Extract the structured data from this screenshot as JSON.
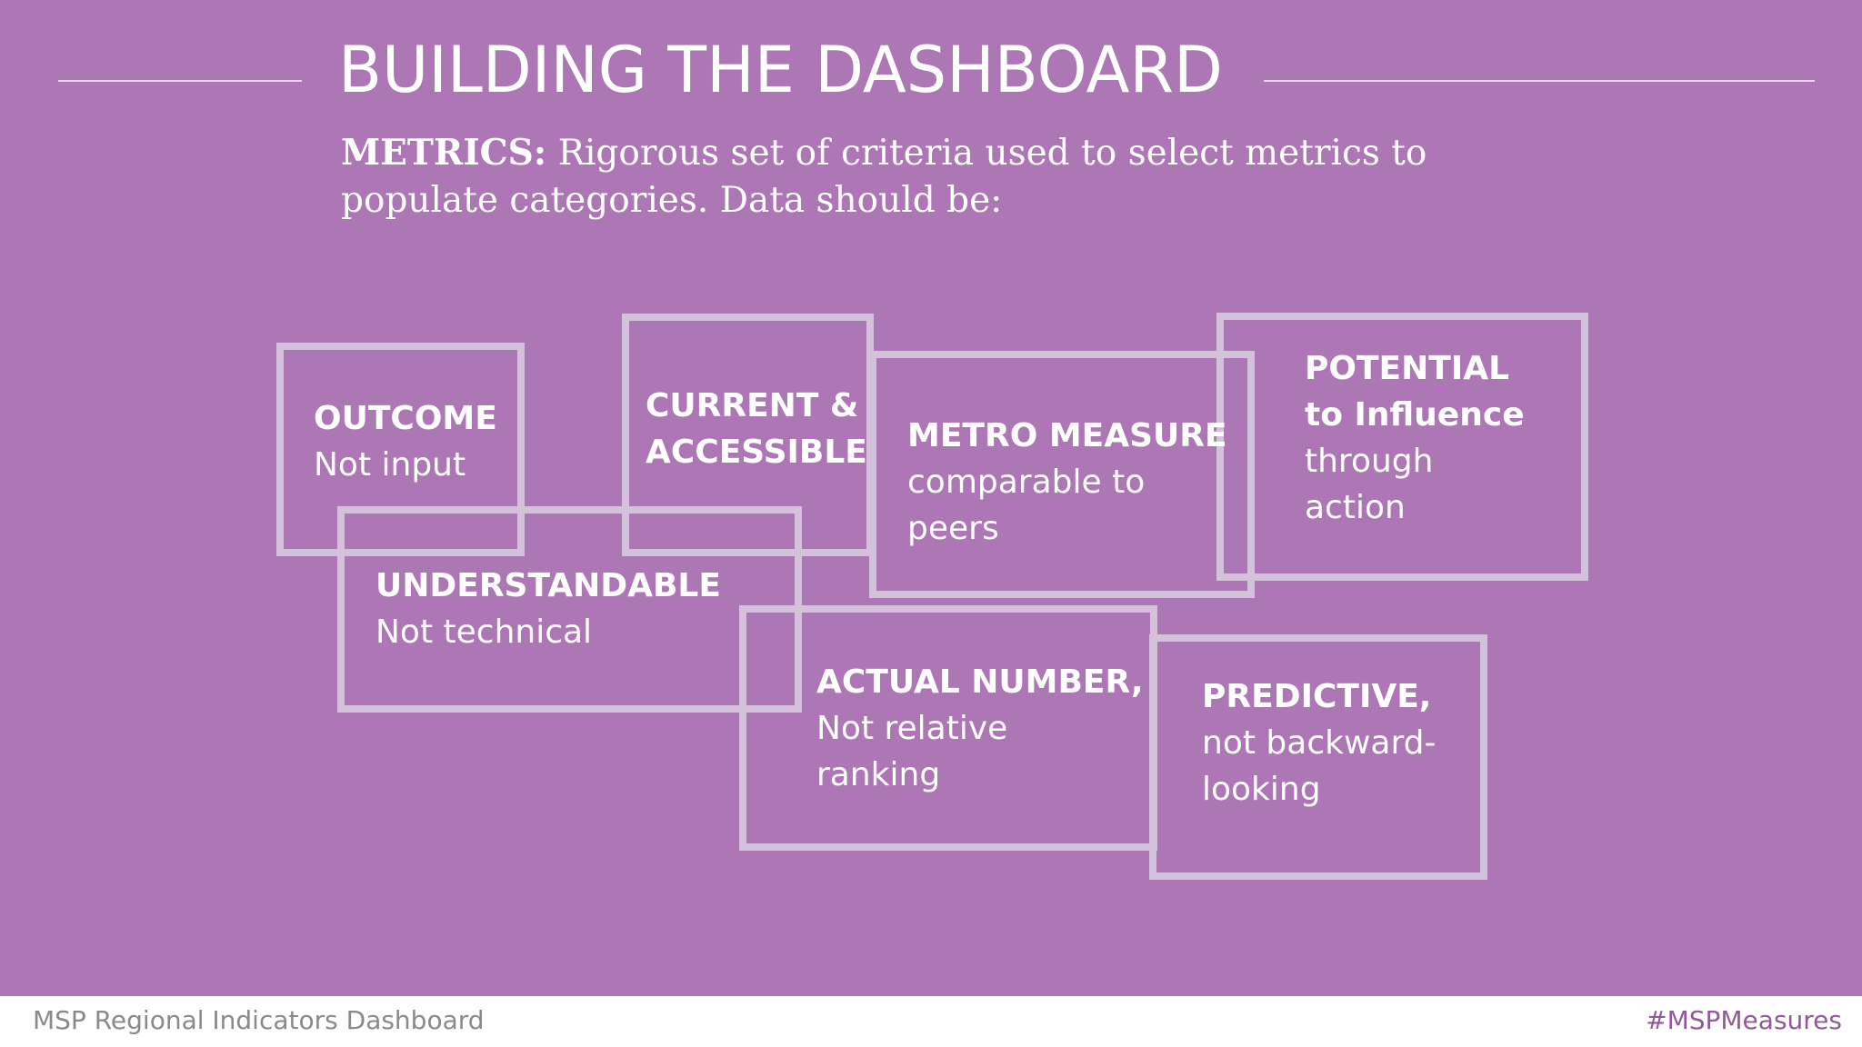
{
  "slide": {
    "title": "BUILDING THE DASHBOARD",
    "intro": {
      "label": "METRICS:",
      "text": " Rigorous set of criteria used to select metrics to populate categories. Data should be:"
    },
    "criteria": {
      "outcome": {
        "heading": "OUTCOME",
        "text": "Not input"
      },
      "current": {
        "heading_line1": "CURRENT &",
        "heading_line2": "ACCESSIBLE"
      },
      "metro": {
        "heading": "METRO MEASURE",
        "text_line1": "comparable to",
        "text_line2": "peers"
      },
      "potential": {
        "heading_line1": "POTENTIAL",
        "heading_line2": "to Influence",
        "text_line1": "through",
        "text_line2": "action"
      },
      "understandable": {
        "heading": "UNDERSTANDABLE",
        "text": "Not technical"
      },
      "actual": {
        "heading": "ACTUAL NUMBER,",
        "text_line1": "Not relative",
        "text_line2": "ranking"
      },
      "predictive": {
        "heading": "PREDICTIVE,",
        "text_line1": "not backward-",
        "text_line2": "looking"
      }
    }
  },
  "footer": {
    "left": "MSP Regional Indicators Dashboard",
    "right": "#MSPMeasures"
  },
  "colors": {
    "background": "#ad77b5",
    "box_border": "#d4c2db",
    "text": "#ffffff",
    "footer_accent": "#8f5a98"
  }
}
